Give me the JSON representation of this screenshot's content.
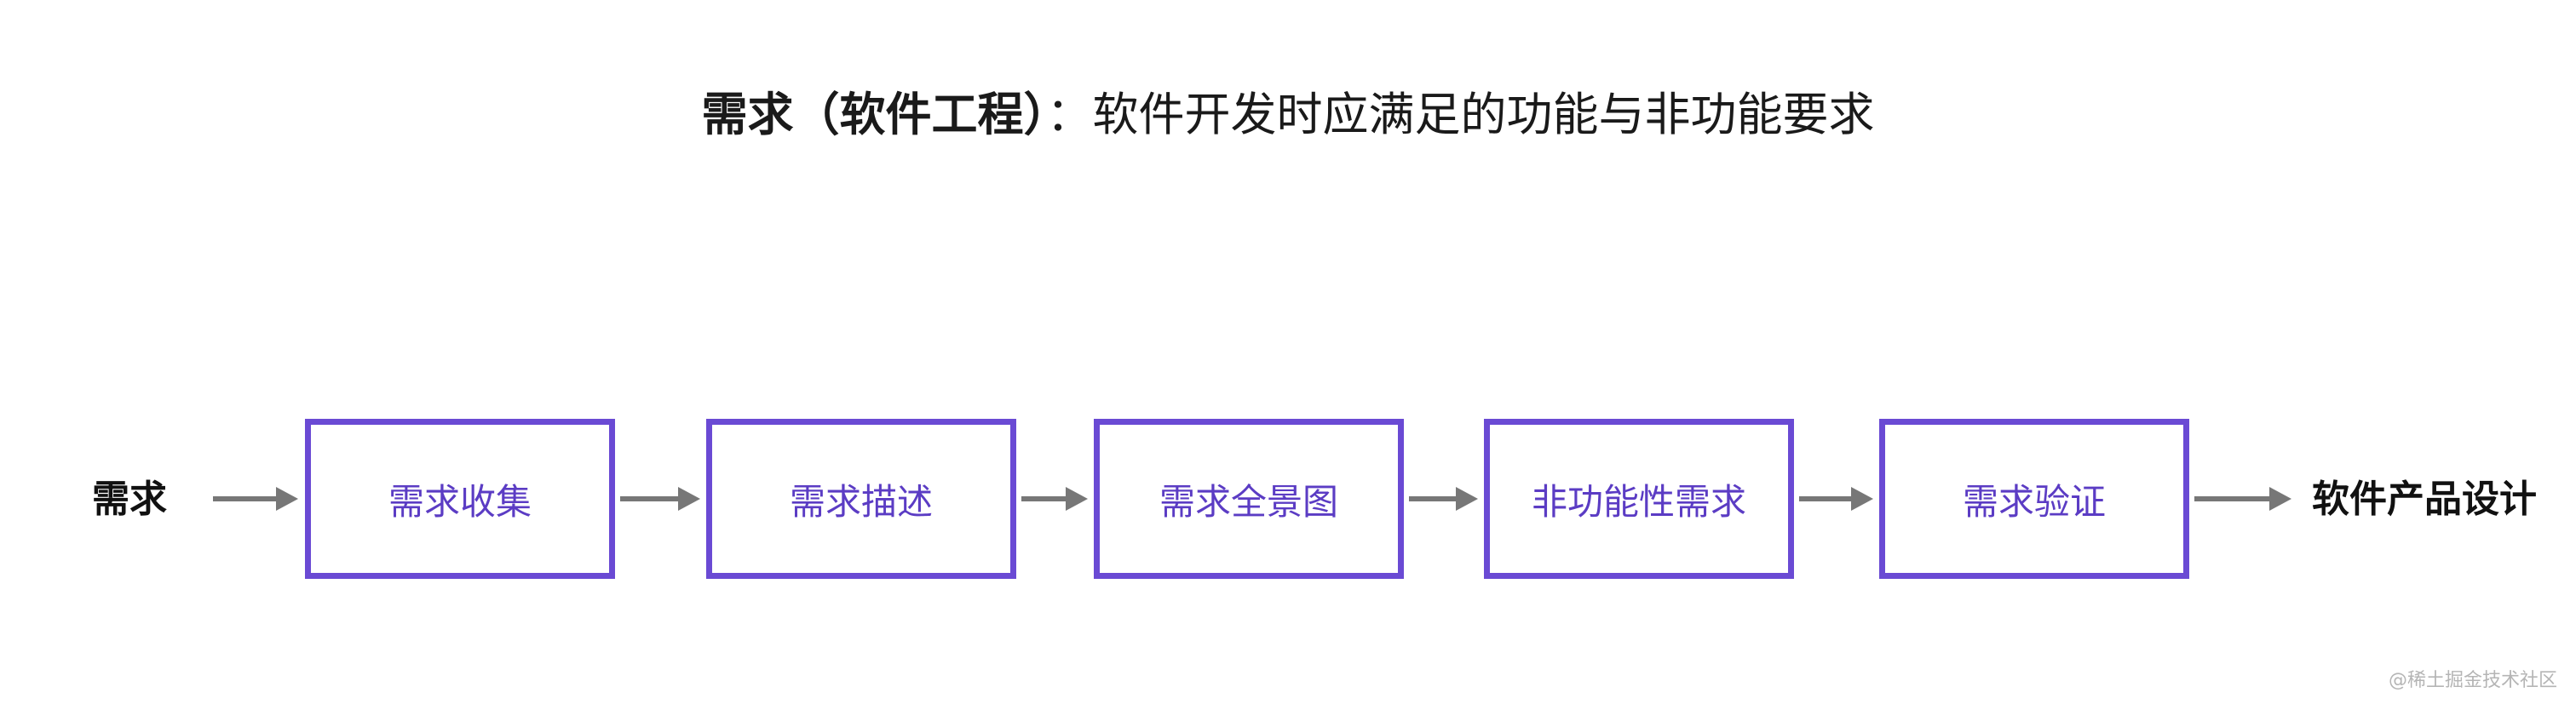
{
  "title": {
    "term": "需求（软件工程）",
    "colon": "：",
    "definition": "软件开发时应满足的功能与非功能要求"
  },
  "flow": {
    "start": "需求",
    "steps": [
      "需求收集",
      "需求描述",
      "需求全景图",
      "非功能性需求",
      "需求验证"
    ],
    "end": "软件产品设计"
  },
  "watermark": "@稀土掘金技术社区",
  "colors": {
    "box_border": "#6a4ad4",
    "box_text": "#5b3cc4",
    "arrow": "#777777"
  }
}
